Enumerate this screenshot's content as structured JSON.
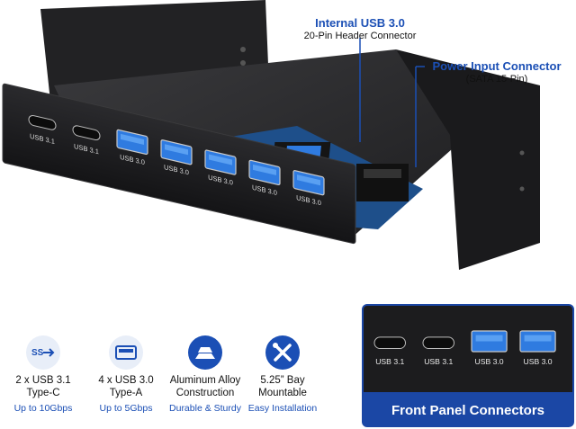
{
  "callouts": {
    "internal_usb": {
      "title": "Internal USB 3.0",
      "subtitle": "20-Pin Header Connector"
    },
    "power": {
      "title": "Power Input Connector",
      "subtitle": "(SATA 15-Pin)"
    }
  },
  "front_ports": [
    {
      "label": "USB 3.1",
      "kind": "typec"
    },
    {
      "label": "USB 3.1",
      "kind": "typec"
    },
    {
      "label": "USB 3.0",
      "kind": "typea"
    },
    {
      "label": "USB 3.0",
      "kind": "typea"
    },
    {
      "label": "USB 3.0",
      "kind": "typea"
    },
    {
      "label": "USB 3.0",
      "kind": "typea"
    },
    {
      "label": "USB 3.0",
      "kind": "typea"
    }
  ],
  "features": [
    {
      "icon": "ss-typec-icon",
      "line1": "2 x USB 3.1",
      "line2": "Type-C",
      "line3": "Up to 10Gbps"
    },
    {
      "icon": "usb-a-port-icon",
      "line1": "4 x USB 3.0",
      "line2": "Type-A",
      "line3": "Up to 5Gbps"
    },
    {
      "icon": "aluminum-ingot-icon",
      "line1": "Aluminum Alloy",
      "line2": "Construction",
      "line3": "Durable & Sturdy"
    },
    {
      "icon": "tools-icon",
      "line1": "5.25” Bay",
      "line2": "Mountable",
      "line3": "Easy Installation"
    }
  ],
  "inset": {
    "title": "Front Panel Connectors",
    "ports": [
      {
        "label": "USB 3.1",
        "kind": "typec"
      },
      {
        "label": "USB 3.1",
        "kind": "typec"
      },
      {
        "label": "USB 3.0",
        "kind": "typea"
      },
      {
        "label": "USB 3.0",
        "kind": "typea"
      }
    ]
  },
  "colors": {
    "accent": "#1b4fb5",
    "port_blue": "#2f7be0",
    "panel": "#1c1c1e",
    "pcb": "#1e4f8a"
  }
}
